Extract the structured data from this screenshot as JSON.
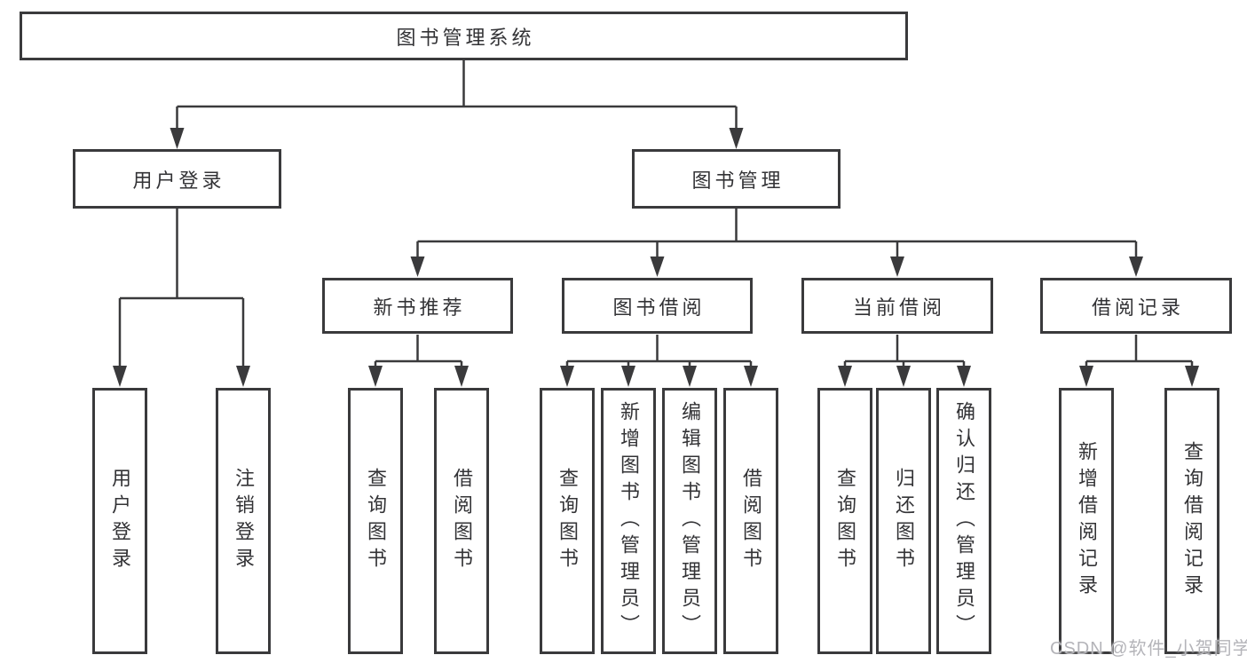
{
  "diagram_title": "图书管理系统",
  "watermark": "CSDN @软件_小贺同学",
  "tree": {
    "label": "图书管理系统",
    "children": [
      {
        "label": "用户登录",
        "children": [
          {
            "label": "用户登录"
          },
          {
            "label": "注销登录"
          }
        ]
      },
      {
        "label": "图书管理",
        "children": [
          {
            "label": "新书推荐",
            "children": [
              {
                "label": "查询图书"
              },
              {
                "label": "借阅图书"
              }
            ]
          },
          {
            "label": "图书借阅",
            "children": [
              {
                "label": "查询图书"
              },
              {
                "label": "新增图书（管理员）"
              },
              {
                "label": "编辑图书（管理员）"
              },
              {
                "label": "借阅图书"
              }
            ]
          },
          {
            "label": "当前借阅",
            "children": [
              {
                "label": "查询图书"
              },
              {
                "label": "归还图书"
              },
              {
                "label": "确认归还（管理员）"
              }
            ]
          },
          {
            "label": "借阅记录",
            "children": [
              {
                "label": "新增借阅记录"
              },
              {
                "label": "查询借阅记录"
              }
            ]
          }
        ]
      }
    ]
  }
}
